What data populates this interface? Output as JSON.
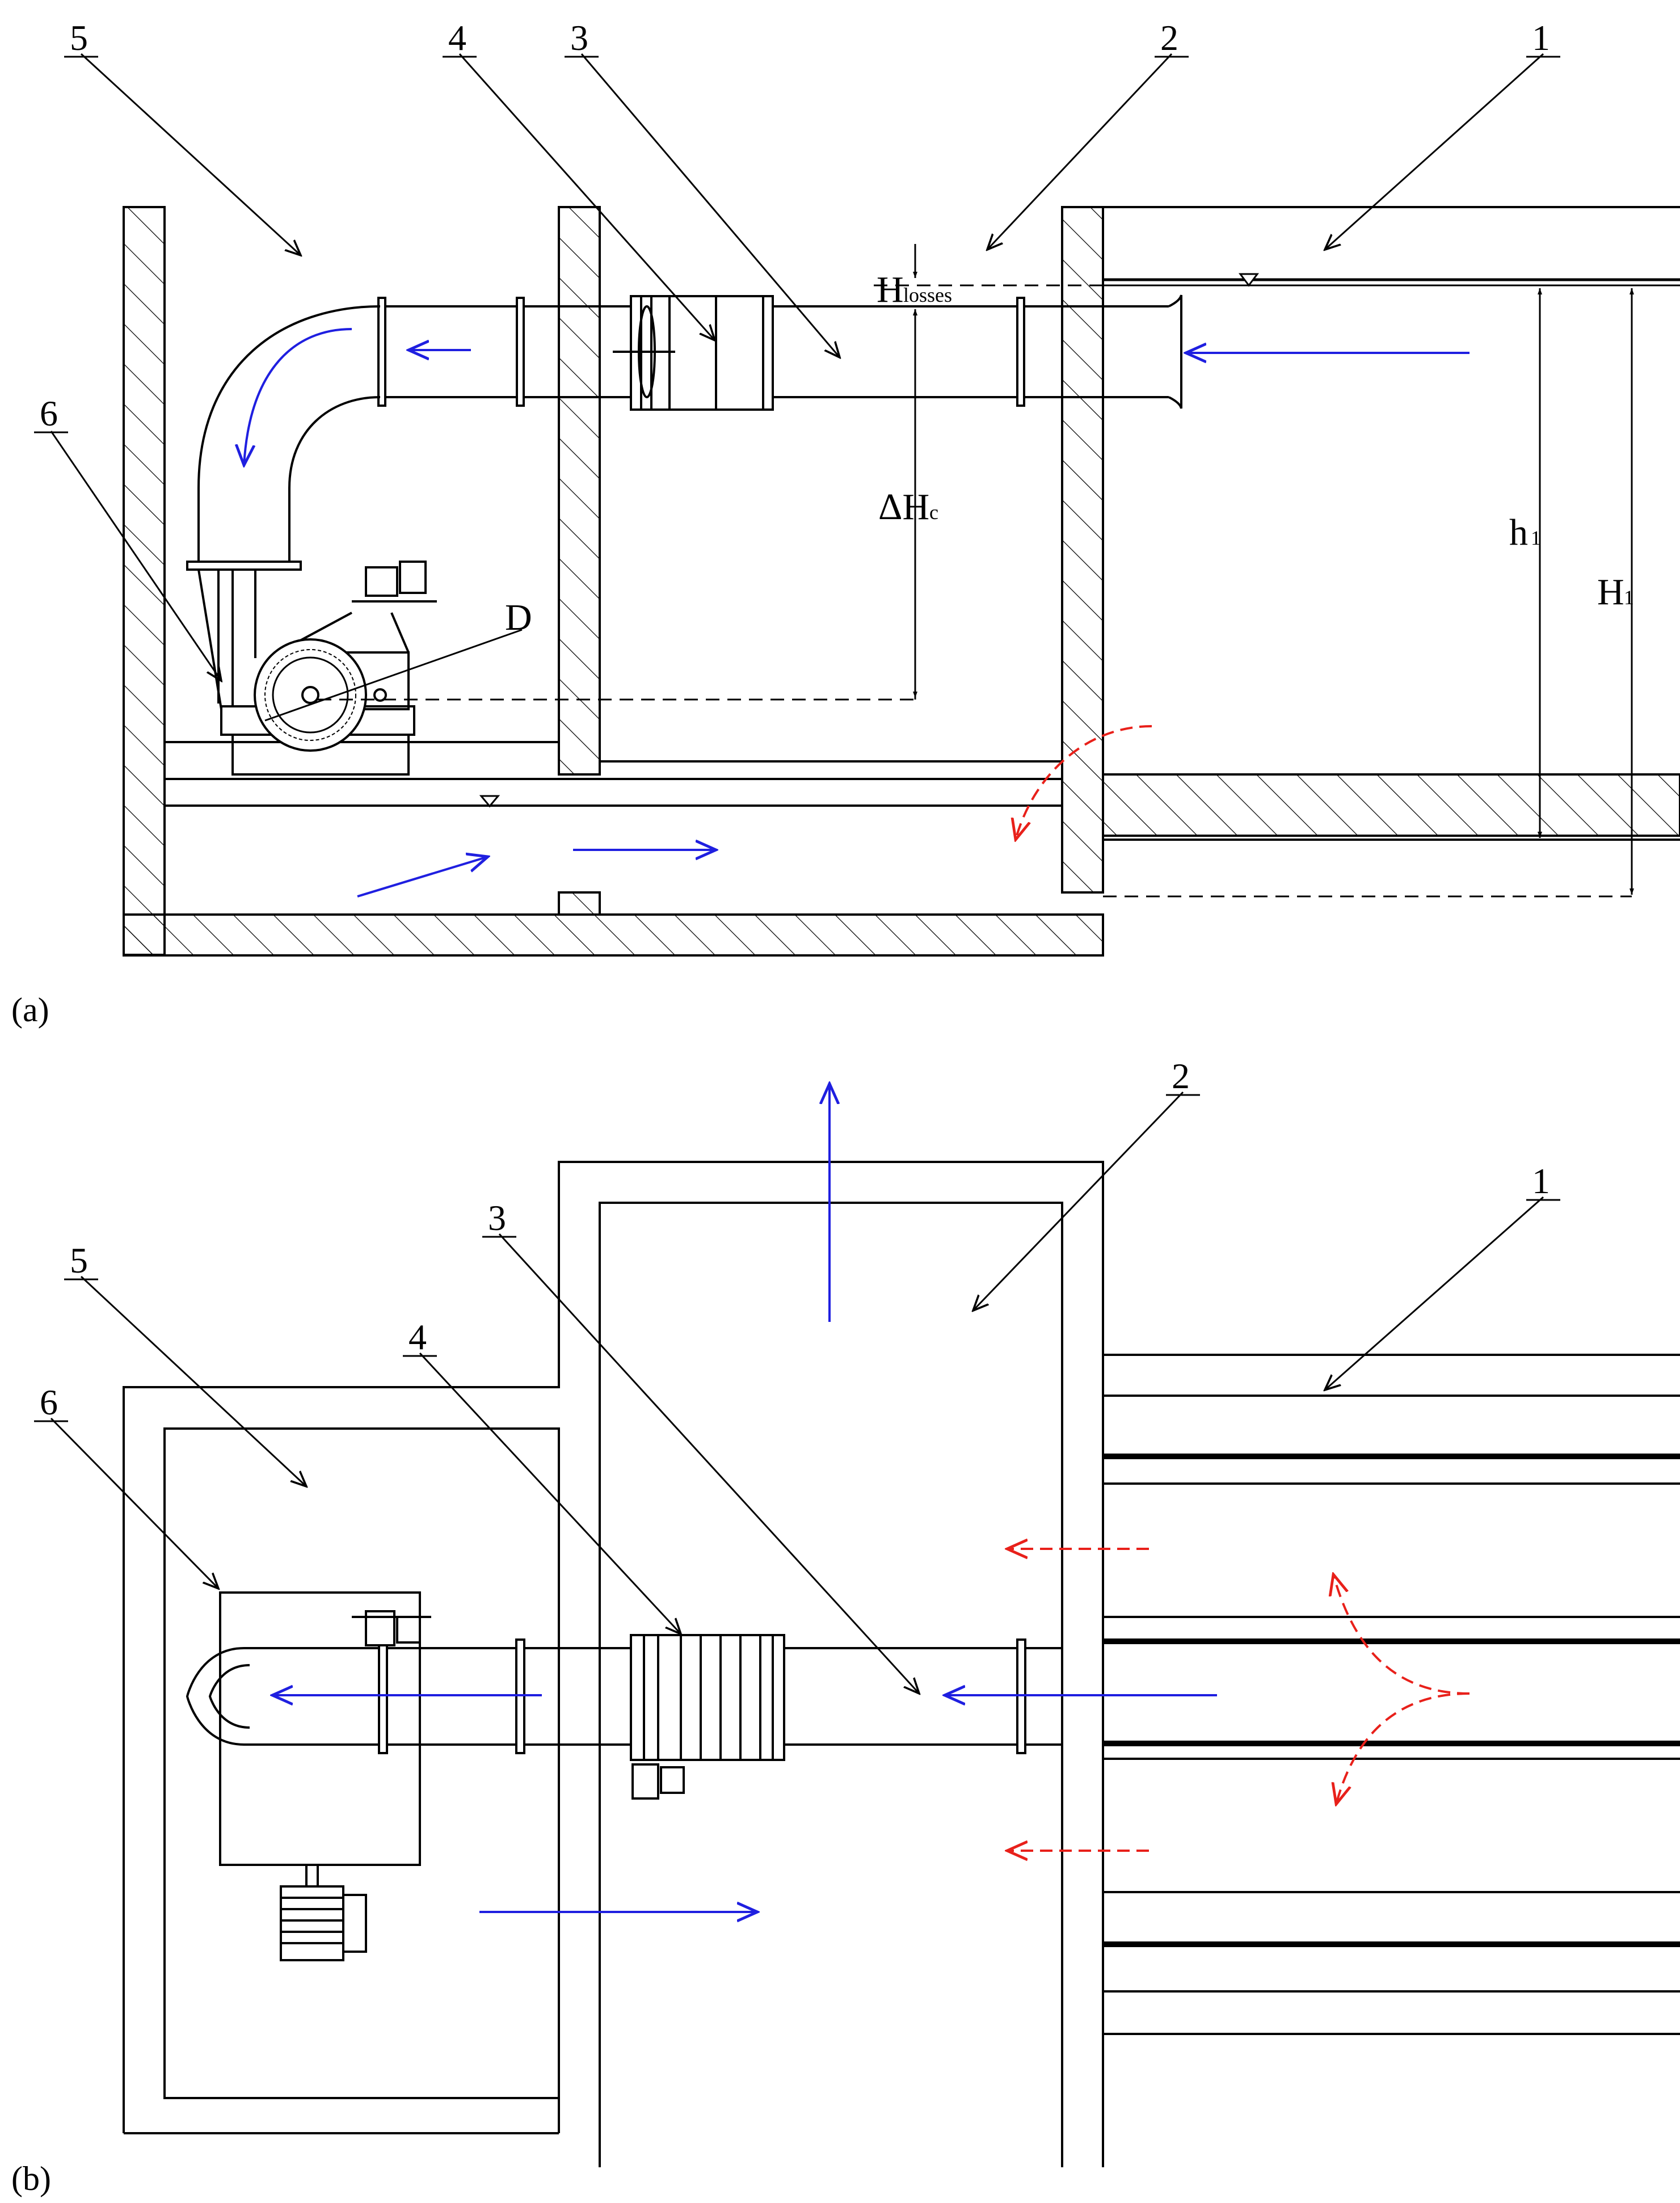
{
  "panel_a": {
    "caption": "(a)",
    "labels": [
      "1",
      "2",
      "3",
      "4",
      "5",
      "6"
    ],
    "dims": {
      "h_losses_main": "H",
      "h_losses_sub": "losses",
      "delta_h_main": "ΔH",
      "delta_h_sub": "c",
      "h1_main": "h",
      "h1_sub": "1",
      "H1_main": "H",
      "H1_sub": "1",
      "diameter": "D"
    }
  },
  "panel_b": {
    "caption": "(b)",
    "labels": [
      "1",
      "2",
      "3",
      "4",
      "5",
      "6"
    ]
  },
  "colors": {
    "line": "#000000",
    "flow_arrow": "#1f1fe0",
    "recirculation_arrow": "#e8201a"
  }
}
